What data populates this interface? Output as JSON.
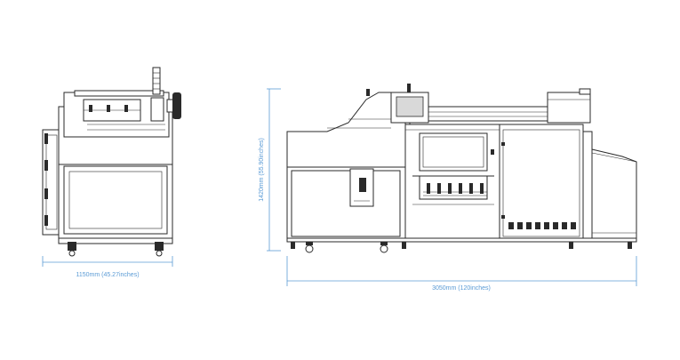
{
  "dimensions": {
    "side_width": "1150mm (45.27inches)",
    "front_height": "1420mm (55.90inches)",
    "front_width": "3050mm (120inches)"
  },
  "colors": {
    "line": "#2a2a2a",
    "dimension": "#5b9bd5",
    "background": "#ffffff"
  }
}
